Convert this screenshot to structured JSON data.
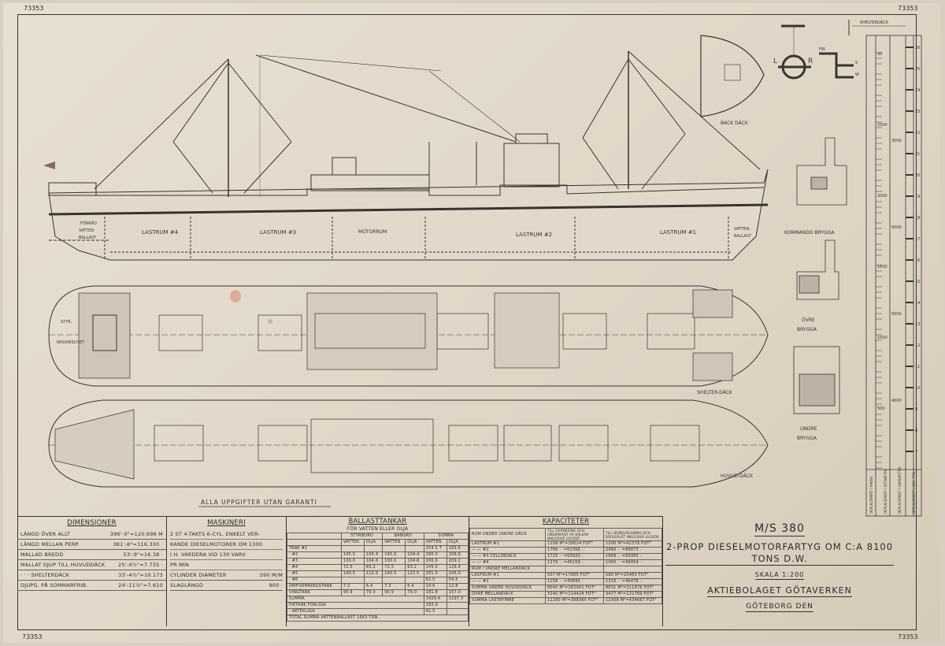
{
  "drawing": {
    "sheet_number": "73353",
    "labels": {
      "shelterdack_top": "SHELTERDÄCK",
      "backdack": "BACK DÄCK",
      "kommandobrygga": "KOMMANDO BRYGGA",
      "ovre_brygga": [
        "ÖVRE",
        "BRYGGA"
      ],
      "undre_brygga": [
        "UNDRE",
        "BRYGGA"
      ],
      "shelterdack_plan": "SHELTER-DÄCK",
      "huvuddack_plan": "HUVUD-DÄCK",
      "disclaimer": "ALLA UPPGIFTER UTAN GARANTI",
      "lastrum_4": "LASTRUM #4",
      "lastrum_3": "LASTRUM #3",
      "motorrum": "MOTORRUM",
      "lastrum_2": "LASTRUM #2",
      "lastrum_1": "LASTRUM #1",
      "aft_ballast": [
        "FÖRRÅD",
        "VATTEN",
        "BALLAST"
      ],
      "fore_ballast": [
        "VATTEN-",
        "BALLAST"
      ],
      "styrh": "STYR.",
      "rasvinschet": "RASVINSCHET",
      "fw": "FW",
      "l": "L",
      "r": "R",
      "s": "S",
      "w": "W"
    },
    "scale_marks": [
      "20",
      "2500",
      "2000",
      "1500",
      "1000",
      "500",
      "3000",
      "6000",
      "5000",
      "4000"
    ],
    "draft_marks": [
      "26",
      "25",
      "24",
      "23",
      "22",
      "21",
      "20",
      "19",
      "18",
      "17",
      "16",
      "15",
      "14",
      "13",
      "12",
      "11",
      "10",
      "9",
      "8",
      "7"
    ],
    "scale_legend": [
      "DEPLACEMENT I HAVSV.",
      "DEPLACEMENT I SÖTVATTEN",
      "DEPLACEMENT I HAVSVATTEN",
      "DEPLACEMENT I ENG. TON"
    ]
  },
  "dimensioner": {
    "title": "DIMENSIONER",
    "rows": [
      {
        "label": "LÄNGD ÖVER ALLT",
        "value": "396'-0\"=120.698 M"
      },
      {
        "label": "LÄNGD MELLAN PERP.",
        "value": "381'-8\"=116.330 ·"
      },
      {
        "label": "MALLAD BREDD",
        "value": "53'-9\"=16.38 ·"
      },
      {
        "label": "MALLAT DJUP TILL HUVUDDÄCK",
        "value": "25'-4½\"=7.735 ·"
      },
      {
        "label": "· · · SHELTERDÄCK",
        "value": "33'-4½\"=10.173"
      },
      {
        "label": "DJUPG. PÅ SOMMARFRIB.",
        "value": "24'-11⅝\"=7.610"
      }
    ]
  },
  "maskineri": {
    "title": "MASKINERI",
    "lines": [
      "2 ST 4-TAKTS 6-CYL. ENKELT VER-",
      "KANDE DIESELMOTORER OM 1300",
      "I.H. VARDERA VID 130 VARV",
      "PR MIN"
    ],
    "rows": [
      {
        "label": "CYLINDER DIAMETER",
        "value": "590 M/M"
      },
      {
        "label": "SLAGLÄNGD",
        "value": "900 ·"
      }
    ]
  },
  "ballasttankar": {
    "title": "BALLASTTANKAR",
    "subtitle": "FÖR VATTEN ELLER OLJA",
    "groups": [
      "STYRBORD",
      "BABORD",
      "SUMMA"
    ],
    "subheaders": [
      "VATTEN",
      "OLJA",
      "VATTEN",
      "OLJA",
      "VATTEN",
      "OLJA"
    ],
    "rows": [
      {
        "label": "TANK #1",
        "values": [
          "",
          "",
          "",
          "",
          "254.5 T",
          "183.6"
        ]
      },
      {
        "label": "· #2",
        "values": [
          "145.0",
          "104.4",
          "145.0",
          "104.4",
          "290.0",
          "208.8"
        ]
      },
      {
        "label": "· #3",
        "values": [
          "100.0",
          "104.6",
          "100.0",
          "104.6",
          "200.0",
          "209.2"
        ]
      },
      {
        "label": "· #4",
        "values": [
          "72.5",
          "63.2",
          "72.5",
          "63.2",
          "145.0",
          "126.4"
        ]
      },
      {
        "label": "· #5",
        "values": [
          "140.5",
          "122.5",
          "140.5",
          "122.5",
          "281.0",
          "245.0"
        ]
      },
      {
        "label": "· #6",
        "values": [
          "",
          "",
          "",
          "",
          "62.5",
          "54.5"
        ]
      },
      {
        "label": "OMFORMNINGSTANK",
        "values": [
          "7.3",
          "6.4",
          "7.3",
          "6.4",
          "14.6",
          "12.8"
        ]
      },
      {
        "label": "VINGTANK",
        "values": [
          "90.9",
          "79.0",
          "90.9",
          "79.0",
          "181.8",
          "157.0"
        ]
      }
    ],
    "summa": {
      "label": "SUMMA",
      "values": [
        "1429.4",
        "1197.3"
      ]
    },
    "pik_forliga": {
      "label": "PIKTANK FÖRLIGA",
      "value": "192.0"
    },
    "pik_akterliga": {
      "label": "· AKTERLIGA",
      "value": "41.5"
    },
    "total": "TOTAL SUMMA VATTENBALLAST 1663 TON."
  },
  "kapaciteter": {
    "title": "KAPACITETER",
    "headers": [
      "RUM UNDER UNDRE DÄCK",
      "TILL GARNERING OCH UNDERKANT AV BALKAR INKLUSIVE LUCKOR",
      "TILL BORDLÄGGNING OCH DÄCKSPLÅT INKLUSIVE LUCKOR"
    ],
    "rows": [
      {
        "label": "LASTRUM #1",
        "a": "1108 M³=39024 FOT³",
        "b": "1200 M³=42378 FOT³"
      },
      {
        "label": "—·— #2",
        "a": "1766 ·· =62366 ··",
        "b": "2460 ·· =86873 ··"
      },
      {
        "label": "—·— #3 CELLINDÄCK",
        "a": "1725 ·· =60920 ··",
        "b": "1868 ·· =65965 ··"
      },
      {
        "label": "—·— #4",
        "a": "1279 ·· =45169 ··",
        "b": "1400 ·· =49454 ··"
      },
      {
        "label": "RUM I UNDRE MELLANDÄCK",
        "a": "",
        "b": ""
      },
      {
        "label": "LASTRUM #1",
        "a": "507 M³=17905 FOT³",
        "b": "580 M³=20483 FOT³"
      },
      {
        "label": "—·— #2",
        "a": "1158 ·· =40895 ··",
        "b": "1316 ·· =46476 ··"
      },
      {
        "label": "SUMMA UNDER HUVUDDÄCK",
        "a": "8040 M³=283941 FOT³",
        "b": "8831 M³=311876 FOT³"
      },
      {
        "label": "ÖVRE MELLANDÄCK",
        "a": "3240 M³=114424 FOT³",
        "b": "3477 M³=122789 FOT³"
      },
      {
        "label": "SUMMA LASTRYMME",
        "a": "11280 M³=398365 FOT³",
        "b": "12308 M³=434667 FOT³"
      }
    ]
  },
  "title_block": {
    "ship": "M/S 380",
    "description": "2-PROP DIESELMOTORFARTYG OM C:A 8100 TONS D.W.",
    "scale": "SKALA 1:200",
    "company": "AKTIEBOLAGET GÖTAVERKEN",
    "place": "GÖTEBORG DEN"
  },
  "colors": {
    "paper": "#e4dccf",
    "ink": "#3a342e"
  }
}
